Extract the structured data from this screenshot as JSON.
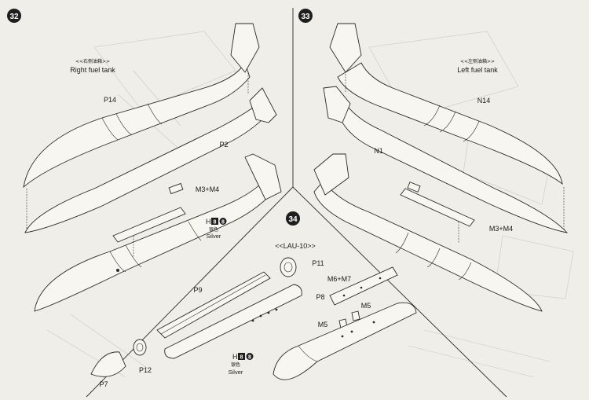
{
  "steps": [
    {
      "number": "32",
      "title_cn": "<<右侧油箱>>",
      "title_en": "Right fuel tank",
      "parts": [
        "P14",
        "P2",
        "M3+M4"
      ],
      "paint": {
        "code": "H",
        "code_numbers": [
          "8",
          "8"
        ],
        "name_cn": "银色",
        "name_en": "Silver"
      }
    },
    {
      "number": "33",
      "title_cn": "<<左侧油箱>>",
      "title_en": "Left fuel tank",
      "parts": [
        "N14",
        "N1",
        "M3+M4"
      ]
    },
    {
      "number": "34",
      "title": "<<LAU-10>>",
      "parts": [
        "P11",
        "P9",
        "P8",
        "M6+M7",
        "M5",
        "M5",
        "P12",
        "P7"
      ],
      "paint": {
        "code": "H",
        "code_numbers": [
          "8",
          "8"
        ],
        "name_cn": "银色",
        "name_en": "Silver"
      }
    }
  ],
  "colors": {
    "paper": "#efeee8",
    "ink": "#2a2a2a",
    "badge": "#1e1e1e"
  }
}
